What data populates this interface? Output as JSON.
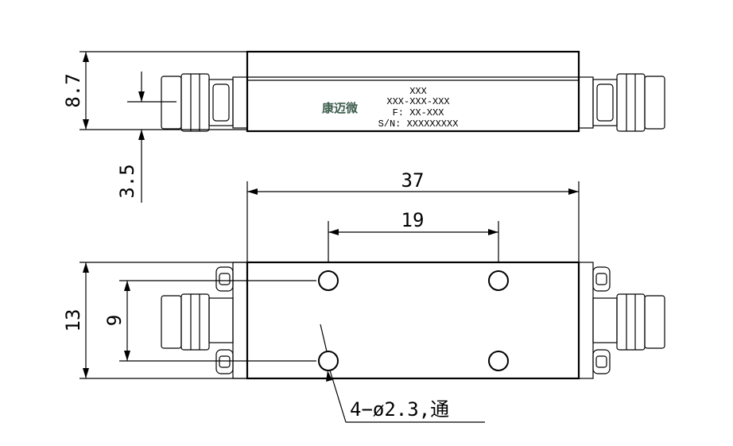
{
  "top_view": {
    "logo": "康迈微",
    "label_lines": [
      "XXX",
      "XXX-XXX-XXX",
      "F: XX-XXX",
      "S/N: XXXXXXXXX"
    ],
    "dims": {
      "height": "8.7",
      "connector_offset": "3.5"
    }
  },
  "bottom_view": {
    "dims": {
      "length": "37",
      "hole_spacing_x": "19",
      "width": "13",
      "hole_spacing_y": "9"
    },
    "hole_callout": "4−ø2.3,通"
  },
  "colors": {
    "logo": "#3f5e4e",
    "line": "#000000"
  }
}
